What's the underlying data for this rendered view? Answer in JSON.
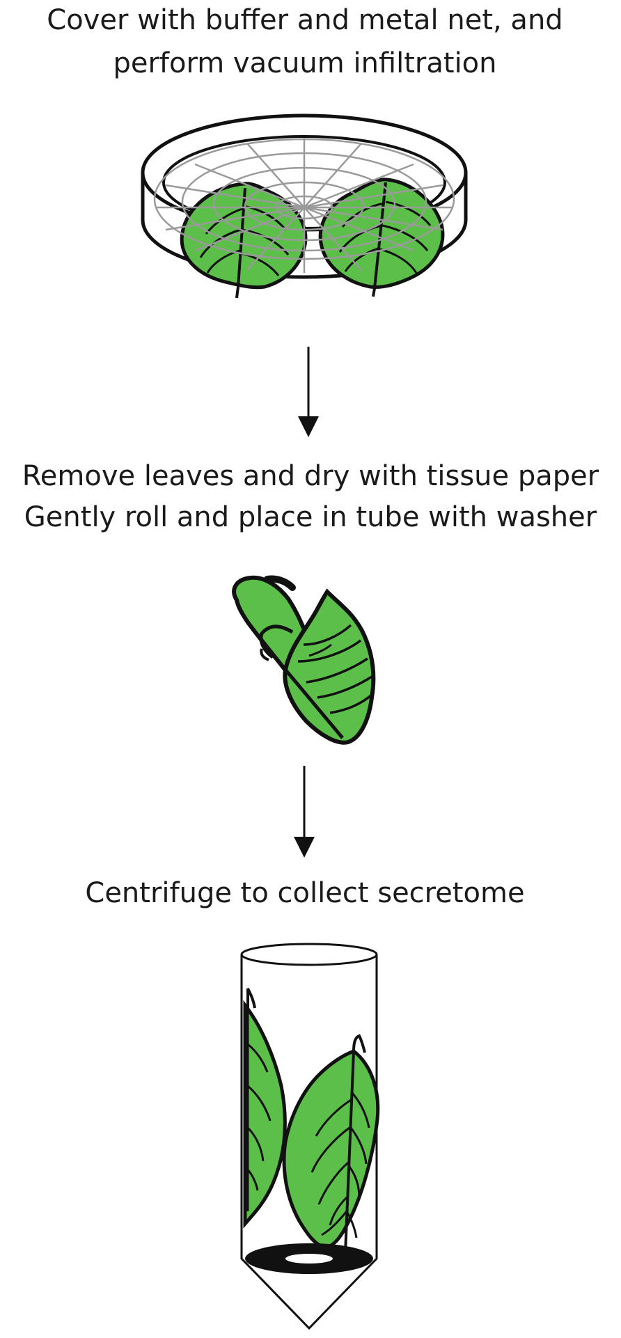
{
  "diagram": {
    "steps": [
      {
        "lines": [
          "Cover with buffer and metal net, and",
          "perform vacuum infiltration"
        ],
        "illustration": "petri-dish-with-leaves-and-metal-net"
      },
      {
        "lines": [
          "Remove leaves and dry with tissue paper",
          "Gently roll and place in tube with washer"
        ],
        "illustration": "rolled-leaf"
      },
      {
        "lines": [
          "Centrifuge to collect secretome"
        ],
        "illustration": "centrifuge-tube-with-leaves-and-washer"
      }
    ],
    "colors": {
      "leaf_fill": "#5cbf4a",
      "outline": "#111111",
      "net": "#9a9a9a"
    },
    "arrow_icon": "arrow-down-icon"
  }
}
